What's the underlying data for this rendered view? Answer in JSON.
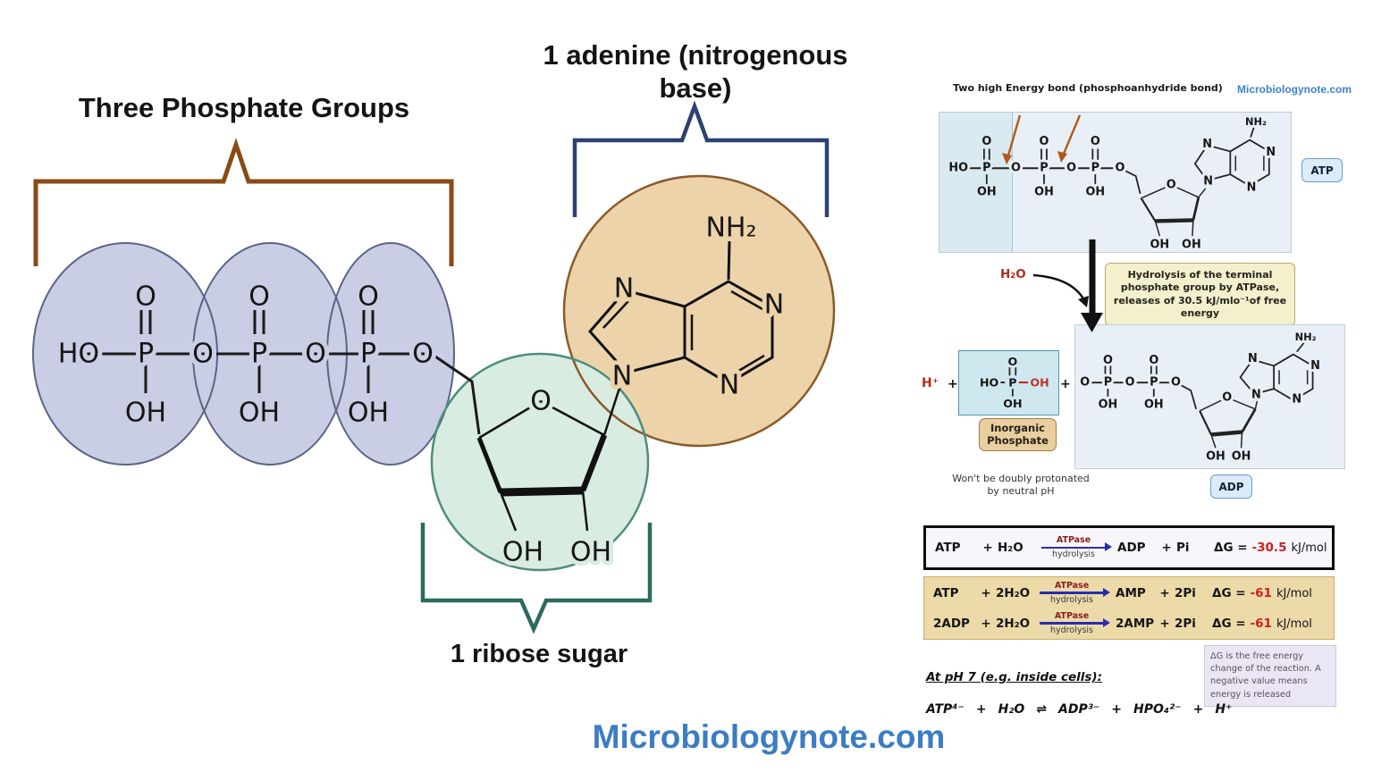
{
  "titles": {
    "phosphate": "Three Phosphate Groups",
    "adenine_line1": "1 adenine (nitrogenous",
    "adenine_line2": "base)",
    "ribose": "1 ribose sugar",
    "watermark_bottom": "Microbiologynote.com"
  },
  "atoms": {
    "HO": "HO",
    "P": "P",
    "O": "O",
    "OH": "OH",
    "N": "N",
    "NH2": "NH₂"
  },
  "right": {
    "bond_label": "Two high Energy bond (phosphoanhydride bond)",
    "site": "Microbiologynote.com",
    "atp_badge": "ATP",
    "adp_badge": "ADP",
    "h2o": "H₂O",
    "h_plus": "H⁺",
    "plus": "+",
    "hydrolysis_note": "Hydrolysis of the terminal phosphate group by ATPase, releases of 30.5 kJ/mlo⁻¹of free energy",
    "inorganic_line1": "Inorganic",
    "inorganic_line2": "Phosphate",
    "prot_note_line1": "Won't be doubly protonated",
    "prot_note_line2": "by neutral pH",
    "equations": [
      {
        "r1": "ATP",
        "plus1": "+",
        "r2": "H₂O",
        "arrow_top": "ATPase",
        "arrow_bottom": "hydrolysis",
        "p1": "ADP",
        "plus2": "+",
        "p2": "Pi",
        "dg_label": "ΔG =",
        "dg_value": "-30.5",
        "dg_unit": "kJ/mol"
      },
      {
        "r1": "ATP",
        "plus1": "+",
        "r2": "2H₂O",
        "arrow_top": "ATPase",
        "arrow_bottom": "hydrolysis",
        "p1": "AMP",
        "plus2": "+",
        "p2": "2Pi",
        "dg_label": "ΔG =",
        "dg_value": "-61",
        "dg_unit": "kJ/mol"
      },
      {
        "r1": "2ADP",
        "plus1": "+",
        "r2": "2H₂O",
        "arrow_top": "ATPase",
        "arrow_bottom": "hydrolysis",
        "p1": "2AMP",
        "plus2": "+",
        "p2": "2Pi",
        "dg_label": "ΔG =",
        "dg_value": "-61",
        "dg_unit": "kJ/mol"
      }
    ],
    "dg_note": "ΔG is the free energy change of the reaction. A negative value means energy is released",
    "ph_heading": "At pH 7 (e.g. inside cells):",
    "ionic": {
      "t1": "ATP⁴⁻",
      "p1": "+",
      "t2": "H₂O",
      "eq": "⇌",
      "t3": "ADP³⁻",
      "p2": "+",
      "t4": "HPO₄²⁻",
      "p3": "+",
      "t5": "H⁺"
    }
  },
  "colors": {
    "accent_blue": "#3b7dc3",
    "red": "#b02c22",
    "lavender": "#c9cee4",
    "mint": "#d9ece2",
    "tan": "#edd3a9"
  }
}
